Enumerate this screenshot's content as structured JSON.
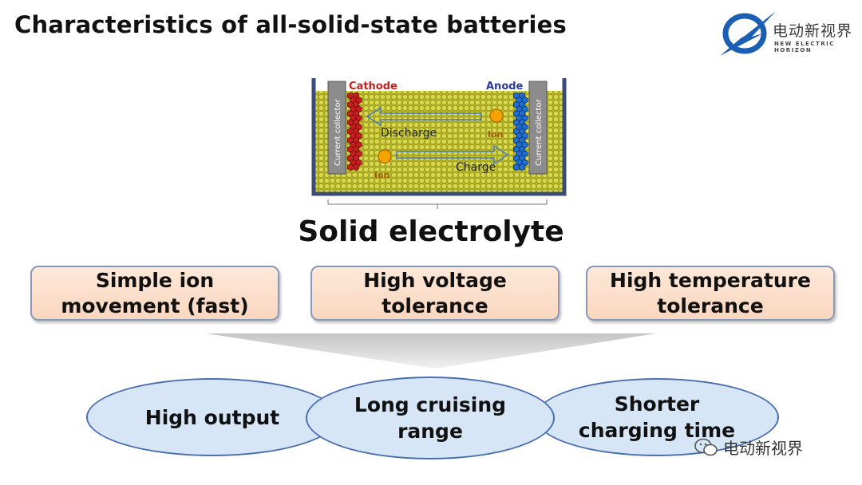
{
  "title": "Characteristics of all-solid-state batteries",
  "logo": {
    "cn_text": "电动新视界",
    "en_text": "NEW ELECTRIC HORIZON",
    "accent": "#1a5fb4"
  },
  "battery": {
    "cathode_label": "Cathode",
    "anode_label": "Anode",
    "collector_label": "Current collector",
    "discharge_label": "Discharge",
    "charge_label": "Charge",
    "ion_label": "Ion",
    "colors": {
      "cathode": "#c81e1e",
      "anode": "#1e6fd0",
      "electrolyte": "#c8c832",
      "frame": "#3b4a78",
      "ion": "#f5a300"
    }
  },
  "electrolyte_label": "Solid electrolyte",
  "properties": [
    {
      "line1": "Simple ion",
      "line2": "movement (fast)"
    },
    {
      "line1": "High voltage",
      "line2": "tolerance"
    },
    {
      "line1": "High temperature",
      "line2": "tolerance"
    }
  ],
  "benefits": [
    {
      "line1": "High output",
      "line2": ""
    },
    {
      "line1": "Long cruising",
      "line2": "range"
    },
    {
      "line1": "Shorter",
      "line2": "charging time"
    }
  ],
  "watermark": "电动新视界"
}
